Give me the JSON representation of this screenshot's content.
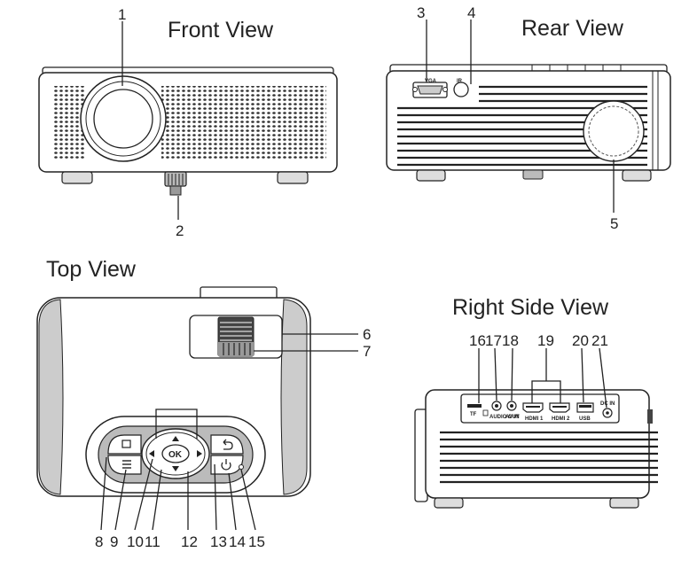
{
  "titles": {
    "front": "Front View",
    "rear": "Rear View",
    "top": "Top View",
    "right": "Right Side View"
  },
  "callouts": [
    "1",
    "2",
    "3",
    "4",
    "5",
    "6",
    "7",
    "8",
    "9",
    "10",
    "11",
    "12",
    "13",
    "14",
    "15",
    "16",
    "17",
    "18",
    "19",
    "20",
    "21"
  ],
  "ports": {
    "vga": "VGA",
    "ir": "IR",
    "tf": "TF",
    "audio_out": "AUDIO OUT",
    "av_in": "AV IN",
    "hdmi1": "HDMI 1",
    "hdmi2": "HDMI 2",
    "usb": "USB",
    "dc_in": "DC IN"
  },
  "buttons": {
    "ok": "OK"
  },
  "icons": [
    "source-icon",
    "menu-icon",
    "arrow-up-icon",
    "arrow-down-icon",
    "arrow-left-icon",
    "arrow-right-icon",
    "back-icon",
    "power-icon",
    "indicator-light-icon"
  ]
}
